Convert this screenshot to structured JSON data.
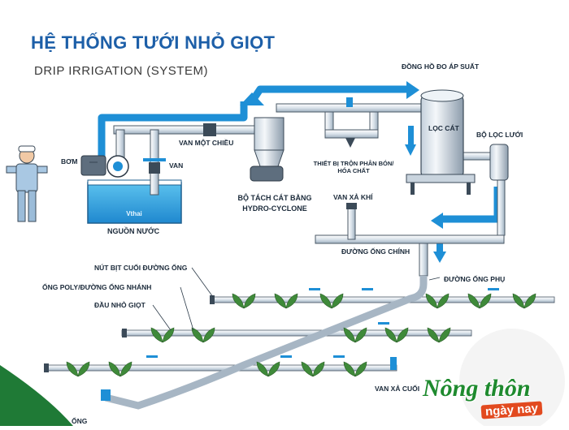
{
  "header": {
    "title": "HỆ THỐNG TƯỚI NHỎ GIỌT",
    "subtitle": "DRIP IRRIGATION (SYSTEM)"
  },
  "labels": {
    "pressure_gauge": "ĐỒNG HỒ ĐO ÁP SUẤT",
    "pump": "BƠM",
    "check_valve": "VAN MỘT CHIỀU",
    "valve": "VAN",
    "sand_filter": "LỌC CÁT",
    "mesh_filter": "BỘ LỌC LƯỚI",
    "mixer_line1": "THIẾT BỊ TRỘN PHÂN BÓN/",
    "mixer_line2": "HÓA CHẤT",
    "cyclone_line1": "BỘ TÁCH CÁT BẰNG",
    "cyclone_line2": "HYDRO-CYCLONE",
    "air_valve": "VAN XẢ KHÍ",
    "water_source": "NGUỒN NƯỚC",
    "main_pipe": "ĐƯỜNG ỐNG CHÍNH",
    "end_plug": "NÚT BỊT CUỐI ĐƯỜNG ỐNG",
    "sub_pipe": "ĐƯỜNG ỐNG PHỤ",
    "poly_pipe": "ỐNG POLY/ĐƯỜNG ỐNG NHÁNH",
    "emitter": "ĐẦU NHỎ GIỌT",
    "flush_valve": "VAN XẢ CUỐI",
    "bottom_partial": "ỐNG"
  },
  "brand": {
    "line1": "Nông thôn",
    "line2": "ngày nay"
  },
  "tank_text": "Vthai",
  "colors": {
    "title": "#1d5fa8",
    "water_flow": "#1e8fd6",
    "pipe": "#dbe4ec",
    "pipe_stroke": "#4a5866",
    "plant": "#3f8a3a",
    "brand_green": "#1e8a2e",
    "brand_orange": "#e24a1f"
  }
}
